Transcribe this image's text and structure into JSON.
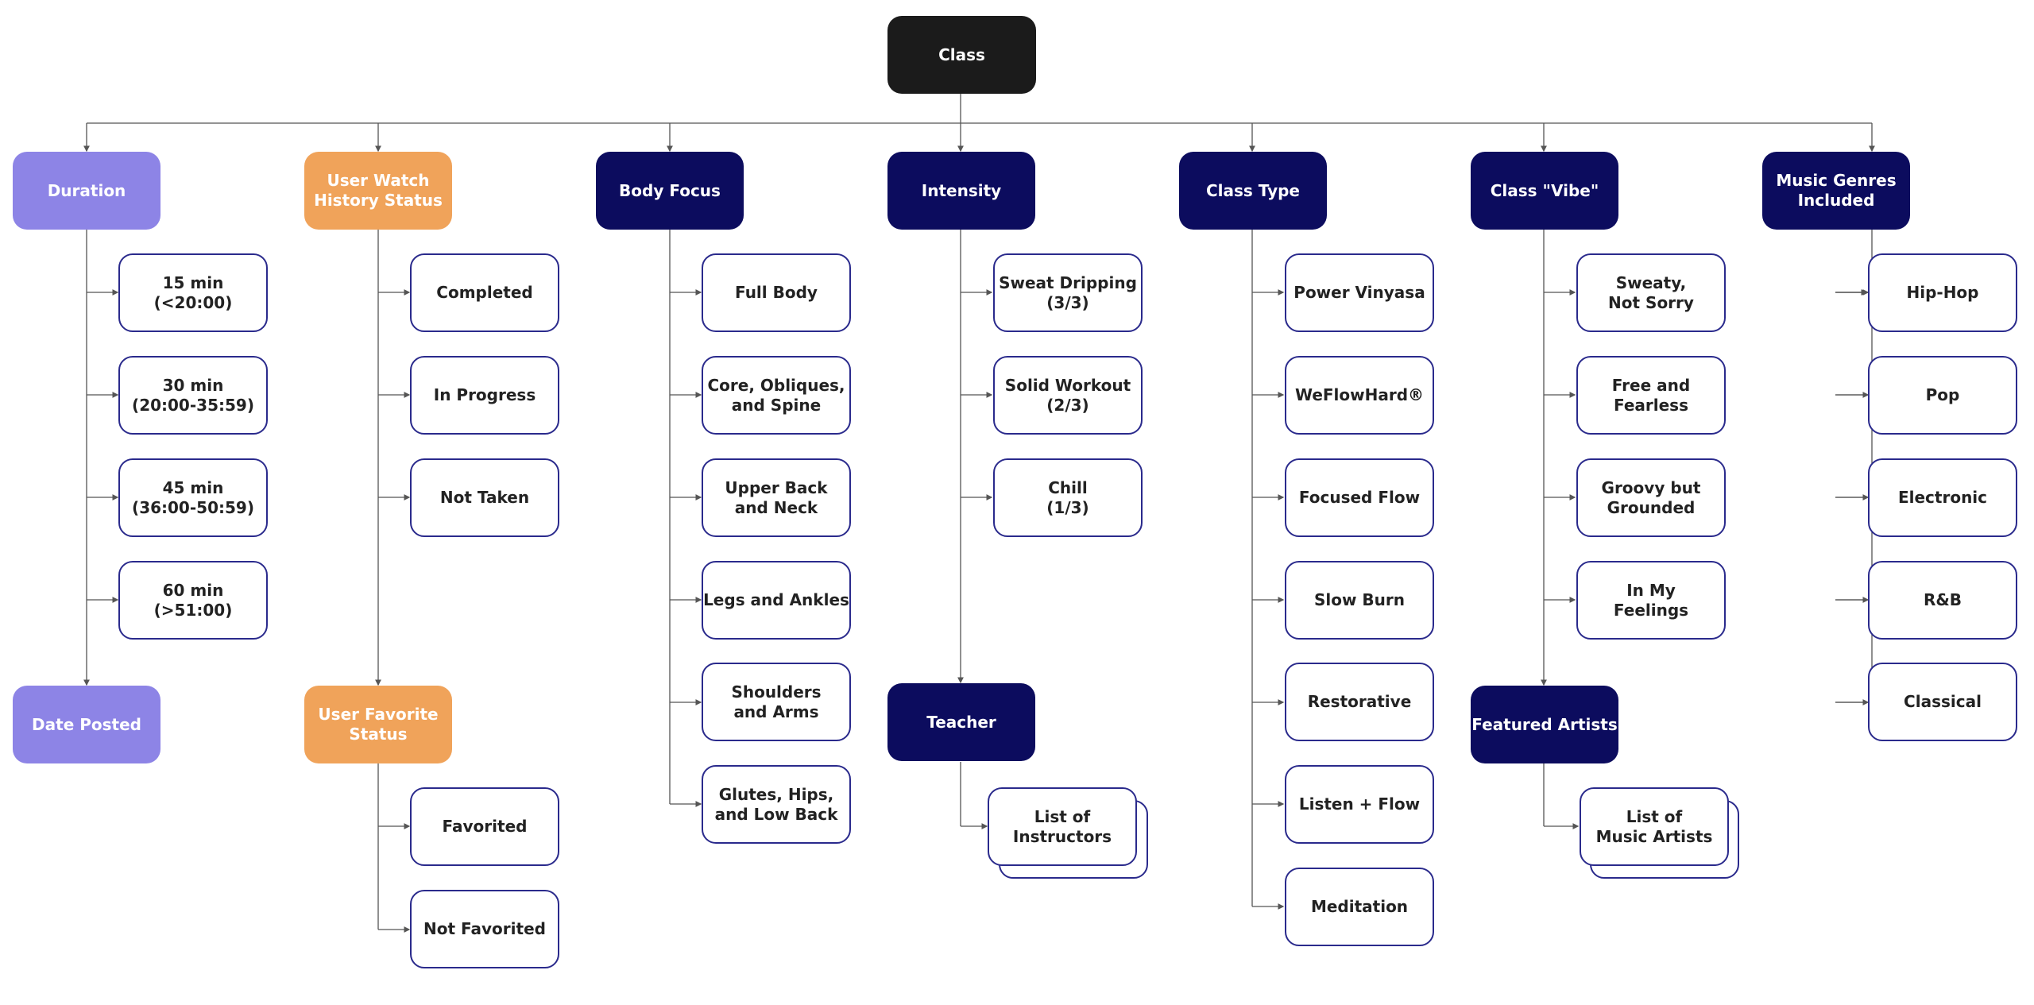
{
  "root": "Class",
  "categories": {
    "duration": "Duration",
    "date_posted": "Date Posted",
    "watch_history": "User Watch\nHistory Status",
    "favorite_status": "User Favorite\nStatus",
    "body_focus": "Body Focus",
    "intensity": "Intensity",
    "teacher": "Teacher",
    "class_type": "Class Type",
    "class_vibe": "Class \"Vibe\"",
    "featured_artists": "Featured Artists",
    "music_genres": "Music Genres\nIncluded"
  },
  "leaves": {
    "duration": [
      "15 min\n(<20:00)",
      "30 min\n(20:00-35:59)",
      "45 min\n(36:00-50:59)",
      "60 min\n(>51:00)"
    ],
    "watch_history": [
      "Completed",
      "In Progress",
      "Not Taken"
    ],
    "favorite_status": [
      "Favorited",
      "Not Favorited"
    ],
    "body_focus": [
      "Full Body",
      "Core, Obliques,\nand Spine",
      "Upper Back\nand Neck",
      "Legs and Ankles",
      "Shoulders\nand Arms",
      "Glutes, Hips,\nand Low Back"
    ],
    "intensity": [
      "Sweat Dripping\n(3/3)",
      "Solid Workout\n(2/3)",
      "Chill\n(1/3)"
    ],
    "teacher": [
      "List of\nInstructors"
    ],
    "class_type": [
      "Power Vinyasa",
      "WeFlowHard®",
      "Focused Flow",
      "Slow Burn",
      "Restorative",
      "Listen + Flow",
      "Meditation"
    ],
    "class_vibe": [
      "Sweaty,\nNot Sorry",
      "Free and\nFearless",
      "Groovy but\nGrounded",
      "In My\nFeelings"
    ],
    "featured_artists": [
      "List of\nMusic Artists"
    ],
    "music_genres": [
      "Hip-Hop",
      "Pop",
      "Electronic",
      "R&B",
      "Classical"
    ]
  },
  "colors": {
    "root": "#1b1b1b",
    "purple": "#8d84e6",
    "orange": "#f0a35a",
    "navy": "#0c0c5e",
    "leaf_border": "#2a2a8c",
    "connector": "#555555"
  }
}
